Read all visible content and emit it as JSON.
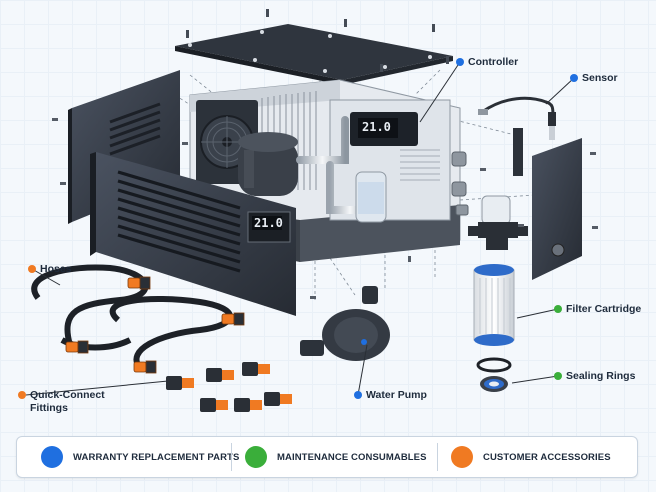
{
  "labels": {
    "controller": "Controller",
    "sensor": "Sensor",
    "hoses": "Hoses",
    "filter_cartridge": "Filter Cartridge",
    "quick_connect_line1": "Quick-Connect",
    "quick_connect_line2": "Fittings",
    "water_pump": "Water Pump",
    "sealing_rings": "Sealing Rings"
  },
  "displays": {
    "inner_display": "21.0",
    "front_display": "21.0"
  },
  "legend": [
    {
      "label": "WARRANTY REPLACEMENT PARTS",
      "color": "#1f6fe0"
    },
    {
      "label": "MAINTENANCE CONSUMABLES",
      "color": "#3aae3a"
    },
    {
      "label": "CUSTOMER ACCESSORIES",
      "color": "#f07a22"
    }
  ],
  "colors": {
    "warranty": "#1f6fe0",
    "consumables": "#3aae3a",
    "accessories": "#f07a22"
  }
}
